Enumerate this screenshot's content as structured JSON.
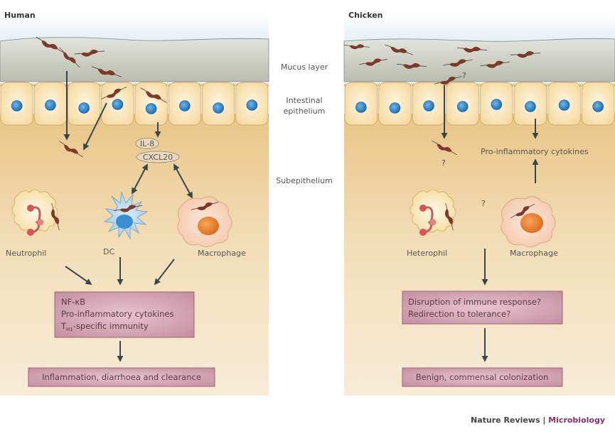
{
  "figure": {
    "middle_labels": {
      "mucus": "Mucus layer",
      "epithelium_line1": "Intestinal",
      "epithelium_line2": "epithelium",
      "subepithelium": "Subepithelium"
    },
    "credit": {
      "journal": "Nature Reviews",
      "separator": " | ",
      "section": "Microbiology"
    },
    "colors": {
      "sky": "#e8f1f8",
      "mucus": "#c9cbc0",
      "epithelium_cell": "#fae3b5",
      "nucleus": "#2f86c8",
      "subepithelium": "#eecf9a",
      "subepithelium_light": "#f7e9d2",
      "bacterium": "#7b3a2a",
      "arrow": "#37474f",
      "box": "#c895a5",
      "box_border": "#9b6678"
    }
  },
  "human": {
    "title": "Human",
    "chemokines": [
      "IL-8",
      "CXCL20"
    ],
    "cells": {
      "neutrophil": "Neutrophil",
      "dc": "DC",
      "macrophage": "Macrophage"
    },
    "response_box": {
      "line1": "NF-κB",
      "line2": "Pro-inflammatory cytokines",
      "line3_prefix": "T",
      "line3_sub": "H1",
      "line3_suffix": "-specific immunity"
    },
    "outcome": "Inflammation, diarrhoea and clearance"
  },
  "chicken": {
    "title": "Chicken",
    "question_mark": "?",
    "cytokines": "Pro-inflammatory cytokines",
    "cells": {
      "heterophil": "Heterophil",
      "macrophage": "Macrophage"
    },
    "response_box": {
      "line1": "Disruption of immune response?",
      "line2": "Redirection to tolerance?"
    },
    "outcome": "Benign, commensal colonization"
  }
}
